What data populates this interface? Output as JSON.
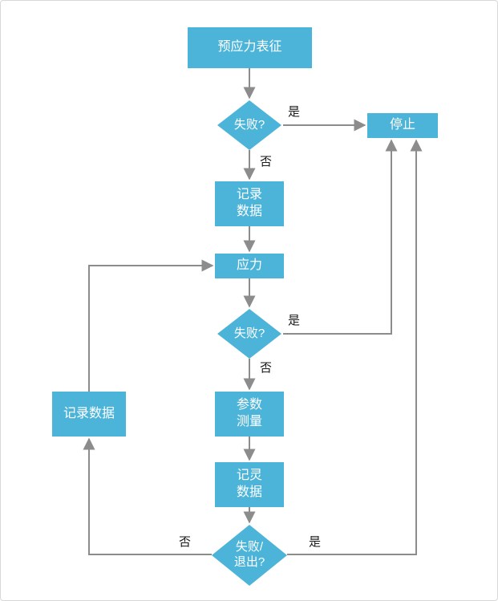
{
  "colors": {
    "node_fill": "#4cb4d8",
    "node_text": "#ffffff",
    "line": "#8c8c8c",
    "edge_label_text": "#1a1a1a"
  },
  "nodes": {
    "start": {
      "label": "预应力表征"
    },
    "fail1": {
      "label": "失败?"
    },
    "stop": {
      "label": "停止"
    },
    "record1": {
      "label": "记录\n数据"
    },
    "stress": {
      "label": "应力"
    },
    "fail2": {
      "label": "失败?"
    },
    "param": {
      "label": "参数\n测量"
    },
    "record2": {
      "label": "记灵\n数据"
    },
    "fail3": {
      "label": "失败/\n退出?"
    },
    "record_left": {
      "label": "记录数据"
    }
  },
  "edge_labels": {
    "fail1_yes": "是",
    "fail1_no": "否",
    "fail2_yes": "是",
    "fail2_no": "否",
    "fail3_no": "否",
    "fail3_yes": "是"
  }
}
